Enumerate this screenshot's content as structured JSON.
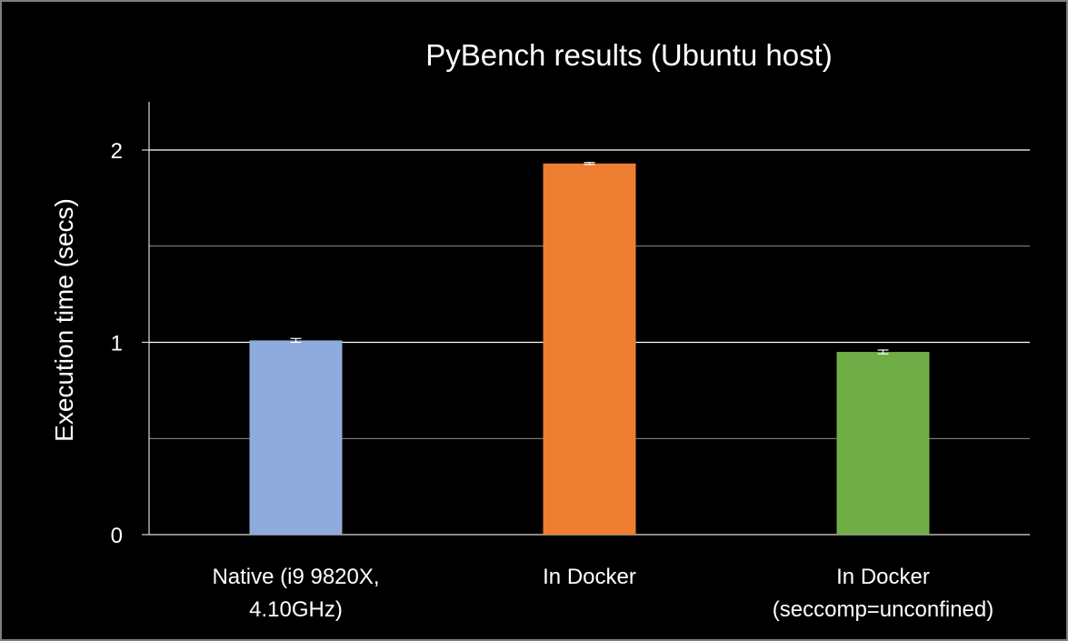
{
  "chart_data": {
    "type": "bar",
    "title": "PyBench results (Ubuntu host)",
    "xlabel": "",
    "ylabel": "Execution time (secs)",
    "ylim": [
      0,
      2.25
    ],
    "yticks": [
      "0",
      "1",
      "2"
    ],
    "gridlines": [
      0.5,
      1,
      1.5,
      2
    ],
    "grid": true,
    "categories": [
      [
        "Native (i9 9820X,",
        "4.10GHz)"
      ],
      [
        "In Docker"
      ],
      [
        "In Docker",
        "(seccomp=unconfined)"
      ]
    ],
    "values": [
      1.01,
      1.93,
      0.95
    ],
    "errors": [
      0.01,
      0.005,
      0.01
    ],
    "colors": [
      "#8faadc",
      "#ed7d31",
      "#70ad47"
    ],
    "colors_meta": {
      "background": "#000000",
      "text": "#ffffff",
      "grid": "#ffffff"
    }
  }
}
